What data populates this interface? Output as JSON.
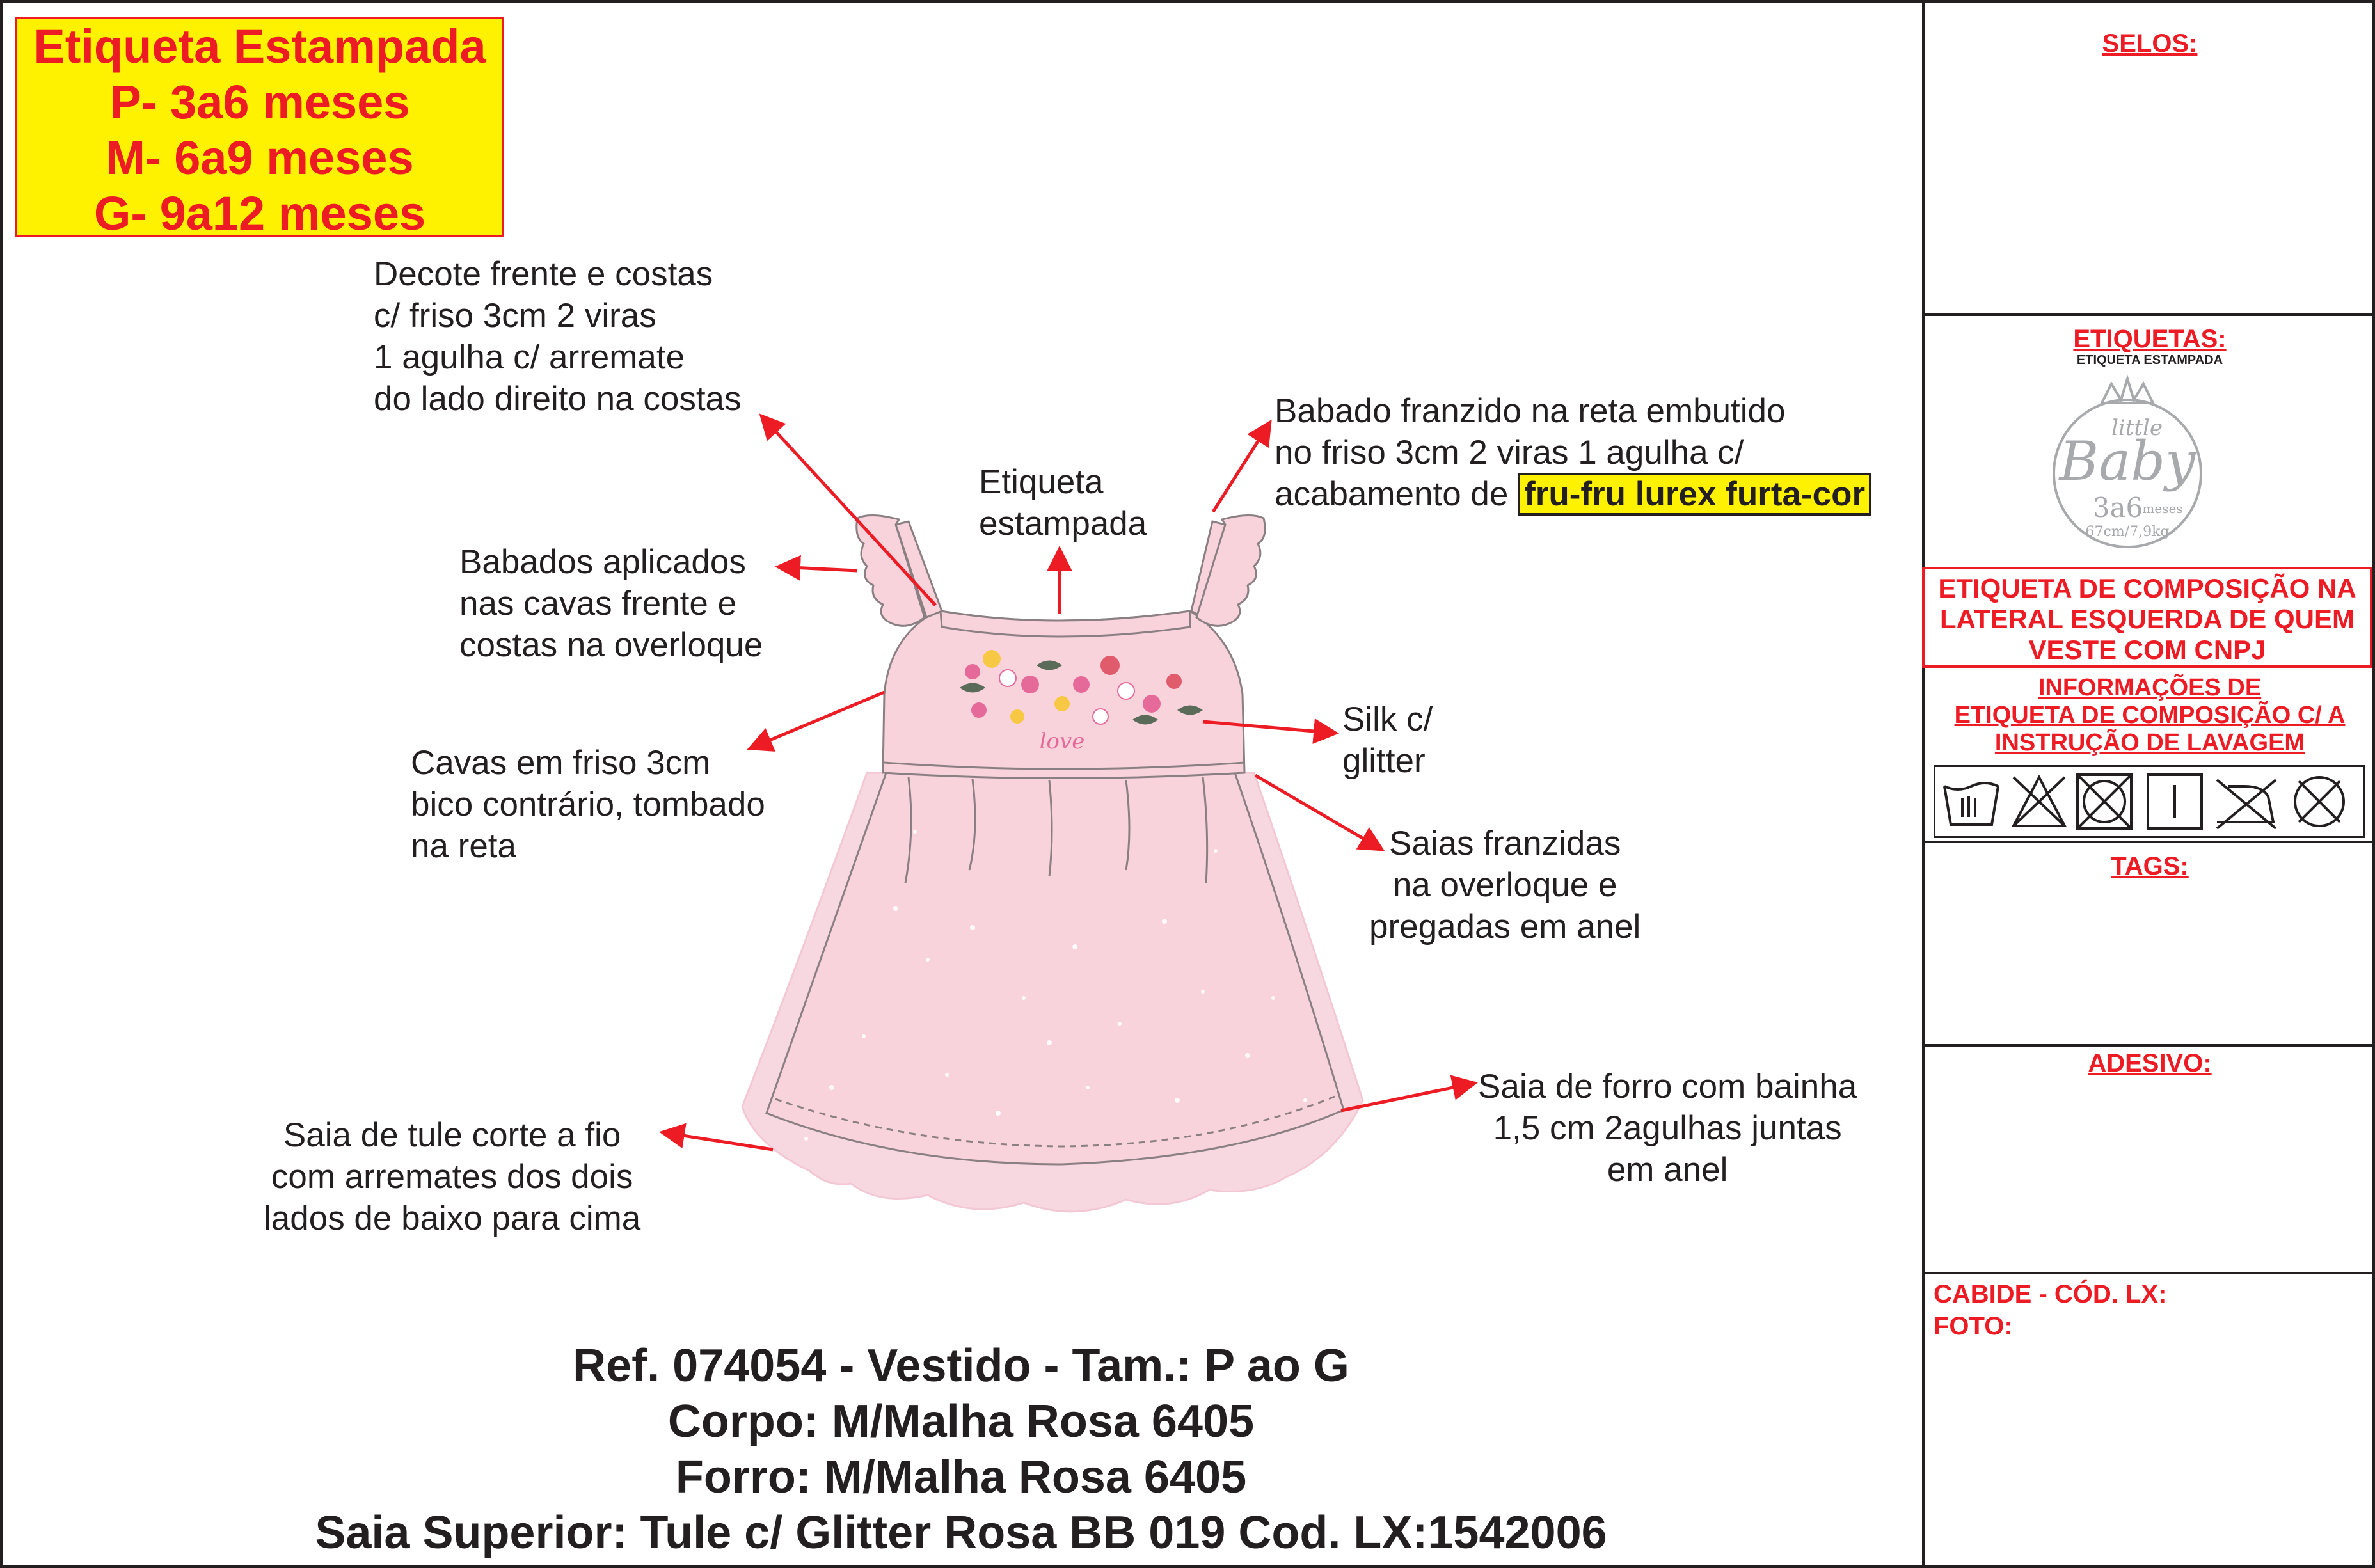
{
  "size_box": {
    "title": "Etiqueta Estampada",
    "sizes": [
      "P- 3a6 meses",
      "M- 6a9 meses",
      "G- 9a12 meses"
    ]
  },
  "annotations": {
    "decote": [
      "Decote frente e costas",
      "c/ friso 3cm 2 viras",
      "1 agulha c/ arremate",
      "do lado direito na costas"
    ],
    "etiqueta": [
      "Etiqueta",
      "estampada"
    ],
    "babado_franzido": [
      "Babado franzido na reta embutido",
      "no friso 3cm 2 viras 1 agulha c/"
    ],
    "babado_franzido_line3_prefix": "acabamento de ",
    "babado_franzido_highlight": "fru-fru lurex furta-cor",
    "babados_aplicados": [
      "Babados aplicados",
      "nas cavas frente e",
      "costas na overloque"
    ],
    "silk": [
      "Silk c/",
      "glitter"
    ],
    "cavas": [
      "Cavas em friso 3cm",
      "bico contrário, tombado",
      "na reta"
    ],
    "saias_franzidas": [
      "Saias franzidas",
      "na overloque e",
      "pregadas em anel"
    ],
    "saia_forro": [
      "Saia de forro com bainha",
      "1,5 cm 2agulhas juntas",
      "em anel"
    ],
    "saia_tule": [
      "Saia de tule corte a fio",
      "com arremates dos dois",
      "lados de baixo para cima"
    ],
    "print_word": "love"
  },
  "bottom_text": [
    "Ref. 074054 - Vestido - Tam.: P ao G",
    "Corpo: M/Malha Rosa 6405",
    "Forro: M/Malha Rosa 6405",
    "Saia Superior: Tule c/ Glitter Rosa BB 019 Cod. LX:1542006"
  ],
  "panel": {
    "selos": "SELOS:",
    "etiquetas": "ETIQUETAS:",
    "etiqueta_sub": "ETIQUETA ESTAMPADA",
    "label_logo": {
      "little": "little",
      "baby": "Baby",
      "size": "3a6",
      "meses": "meses",
      "measure": "67cm/7,9kg"
    },
    "composicao": [
      "ETIQUETA DE COMPOSIÇÃO NA",
      "LATERAL ESQUERDA DE QUEM",
      "VESTE COM CNPJ"
    ],
    "informacoes": [
      "INFORMAÇÕES DE",
      "ETIQUETA DE COMPOSIÇÃO C/ A",
      "INSTRUÇÃO DE LAVAGEM"
    ],
    "care_icons": [
      "wash-30-hand-icon",
      "no-bleach-icon",
      "no-tumble-dry-icon",
      "line-dry-icon",
      "no-iron-icon",
      "no-dry-clean-icon"
    ],
    "tags": "TAGS:",
    "adesivo": "ADESIVO:",
    "cabide": "CABIDE - CÓD. LX:",
    "foto": "FOTO:"
  },
  "colors": {
    "red": "#ed1c24",
    "yellow": "#fff200",
    "dress_pink": "#f8d3dc",
    "outline": "#231f20"
  }
}
